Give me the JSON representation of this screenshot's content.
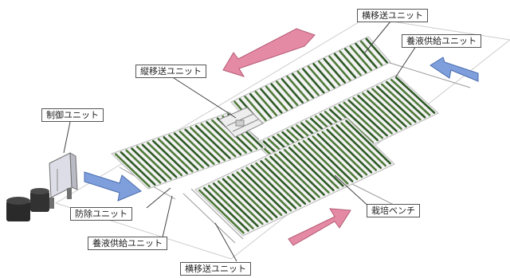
{
  "labels": {
    "horizontal_transfer_top": "横移送ユニット",
    "nutrient_supply_right": "養液供給ユニット",
    "vertical_transfer": "縦移送ユニット",
    "control_unit": "制御ユニット",
    "pest_control": "防除ユニット",
    "nutrient_supply_left": "養液供給ユニット",
    "horizontal_transfer_bottom": "横移送ユニット",
    "cultivation_bench": "栽培ベンチ"
  },
  "colors": {
    "plant_green": "#4f7a3a",
    "plant_dark": "#2f5a26",
    "bench_frame": "#b9b9b9",
    "arrow_pink": "#e58aa4",
    "arrow_blue": "#7f9fdc",
    "floor_line": "#c9c9c9"
  }
}
